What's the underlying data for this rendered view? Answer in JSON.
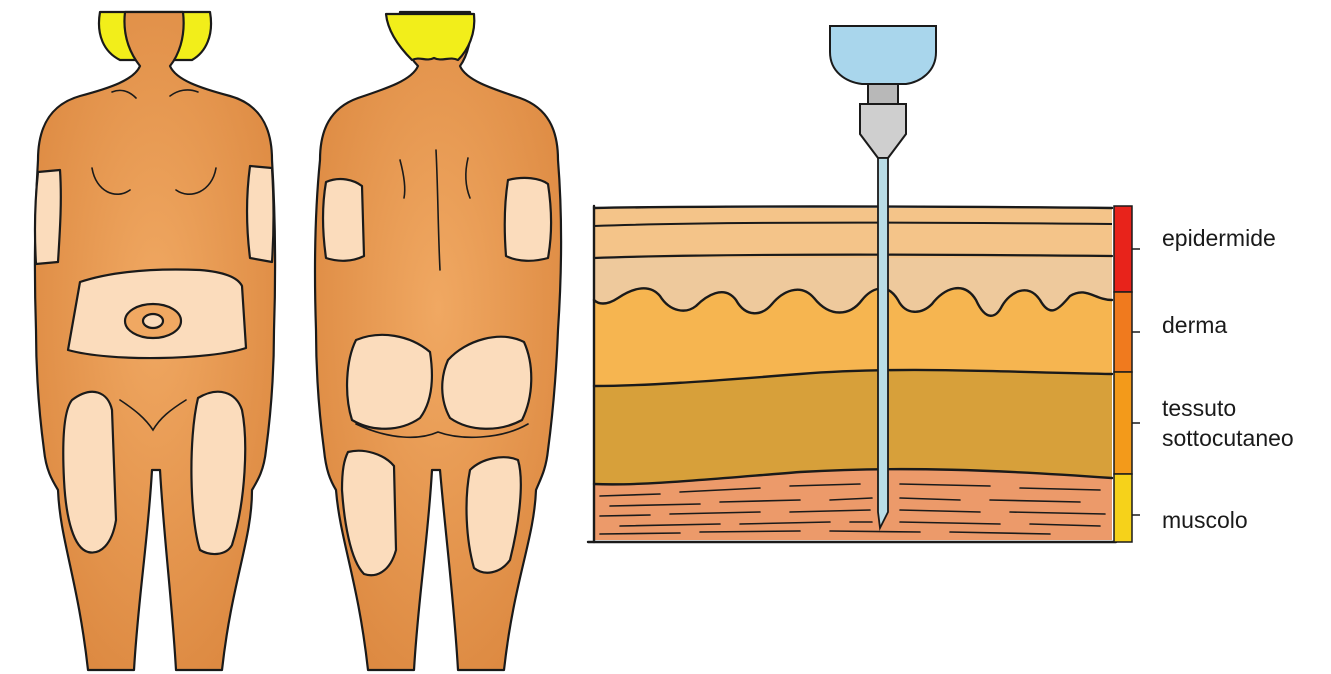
{
  "layers": [
    {
      "label": "epidermide",
      "color": "#e8231b"
    },
    {
      "label": "derma",
      "color": "#f07a1e"
    },
    {
      "label_lines": [
        "tessuto",
        "sottocutaneo"
      ],
      "color": "#f39a1a"
    },
    {
      "label": "muscolo",
      "color": "#f6d21a"
    }
  ],
  "colors": {
    "skin": "#e8974e",
    "injection_zone": "#fbdcbc",
    "hair": "#f2ee1a",
    "epidermis": "#f4c489",
    "dermis_top": "#eec99c",
    "dermis": "#f6b550",
    "subcutis": "#d7a03a",
    "muscle": "#ec9a6a",
    "needle": "#b9dde6",
    "syringe_barrel": "#a9d6ec",
    "hub": "#c8c8c8"
  }
}
